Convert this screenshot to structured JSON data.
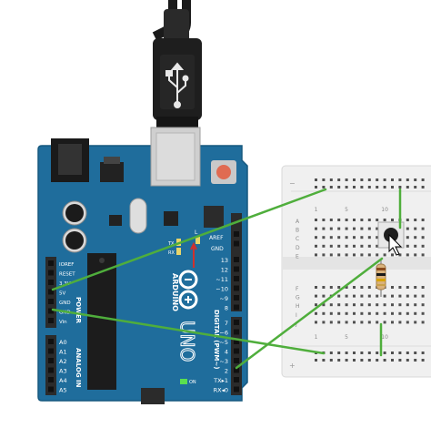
{
  "board": {
    "brand": "ARDUINO",
    "model": "UNO",
    "logo": "infinity-logo",
    "colors": {
      "pcb": "#1f6d9c",
      "pcb_edge": "#16587f",
      "header": "#2b2b2b",
      "usb": "#cfcfcf",
      "chip": "#1c1c1c",
      "reset": "#e06b52",
      "led_on": "#5adf4f"
    },
    "aref_label": "AREF",
    "gnd_label": "GND",
    "power_label": "POWER",
    "analog_label": "ANALOG IN",
    "digital_label": "DIGITAL (PWM~)",
    "on_label": "ON",
    "l_label": "L",
    "tx_label": "TX",
    "rx_label": "RX",
    "power_pins": [
      "IOREF",
      "RESET",
      "3.3V",
      "5V",
      "GND",
      "GND",
      "Vin"
    ],
    "analog_pins": [
      "A0",
      "A1",
      "A2",
      "A3",
      "A4",
      "A5"
    ],
    "digital_pins_top": [
      "13",
      "12",
      "~11",
      "~10",
      "~9",
      "8"
    ],
    "digital_pins_bottom": [
      "7",
      "~6",
      "~5",
      "4",
      "~3",
      "2",
      "TX▸1",
      "RX◂0"
    ]
  },
  "breadboard": {
    "column_numbers": [
      "1",
      "5",
      "10"
    ],
    "row_letters_top": [
      "A",
      "B",
      "C",
      "D",
      "E"
    ],
    "row_letters_bottom": [
      "F",
      "G",
      "H",
      "I",
      "J"
    ],
    "rail_minus": "−",
    "rail_plus": "+"
  },
  "components": {
    "pushbutton": "pushbutton",
    "resistor": "resistor"
  },
  "wires": {
    "color": "#4fae3c"
  }
}
